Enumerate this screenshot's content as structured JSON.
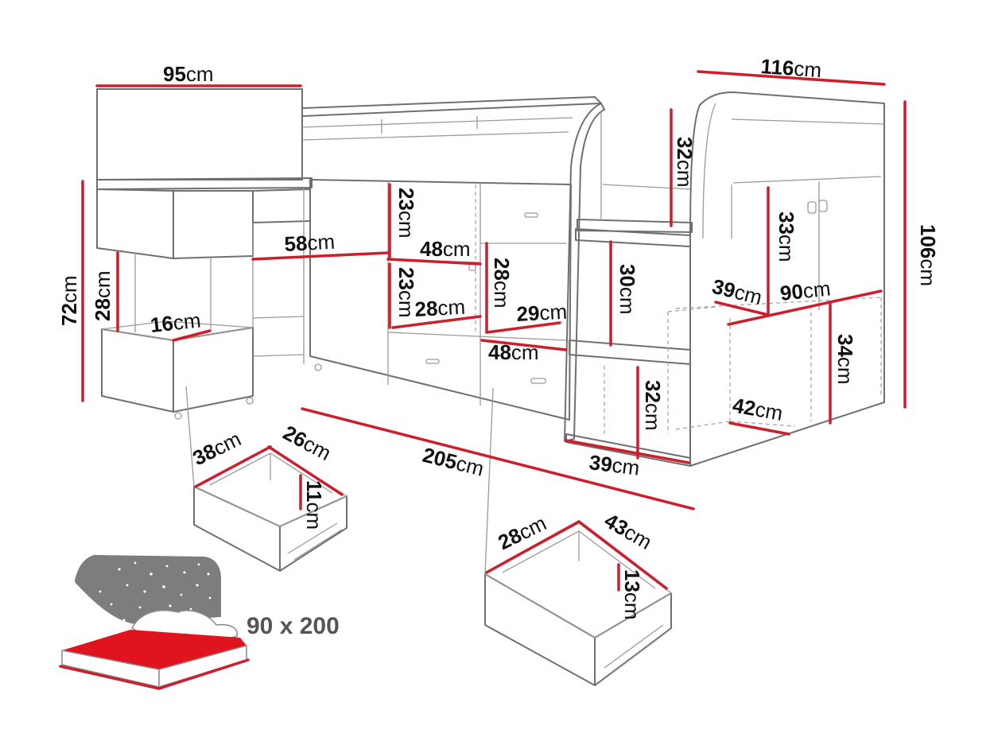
{
  "colors": {
    "dimension_line": "#cc1f2d",
    "outline": "#6f6f6f",
    "label_text": "#111111",
    "mattress_red": "#e0141e",
    "starry_panel": "#7d7d7d"
  },
  "dimensions": {
    "desk_width": {
      "value": "95",
      "unit": "cm"
    },
    "bed_depth_top": {
      "value": "116",
      "unit": "cm"
    },
    "total_height": {
      "value": "106",
      "unit": "cm"
    },
    "desk_height": {
      "value": "72",
      "unit": "cm"
    },
    "desk_leg_height": {
      "value": "28",
      "unit": "cm"
    },
    "desk_drawer_depth": {
      "value": "16",
      "unit": "cm"
    },
    "desk_span": {
      "value": "58",
      "unit": "cm"
    },
    "cabinet_upper_height": {
      "value": "23",
      "unit": "cm"
    },
    "cabinet_width": {
      "value": "48",
      "unit": "cm"
    },
    "cabinet_lower_height": {
      "value": "23",
      "unit": "cm"
    },
    "cabinet_depth": {
      "value": "28",
      "unit": "cm"
    },
    "shelf_height": {
      "value": "28",
      "unit": "cm"
    },
    "shelf_depth": {
      "value": "29",
      "unit": "cm"
    },
    "bottom_drawer_width": {
      "value": "48",
      "unit": "cm"
    },
    "step_top_height": {
      "value": "32",
      "unit": "cm"
    },
    "step_mid_height": {
      "value": "30",
      "unit": "cm"
    },
    "step_low_height": {
      "value": "32",
      "unit": "cm"
    },
    "step_depth": {
      "value": "39",
      "unit": "cm"
    },
    "total_length": {
      "value": "205",
      "unit": "cm"
    },
    "wardrobe_upper_height": {
      "value": "33",
      "unit": "cm"
    },
    "wardrobe_depth": {
      "value": "39",
      "unit": "cm"
    },
    "wardrobe_width": {
      "value": "90",
      "unit": "cm"
    },
    "wardrobe_lower_height": {
      "value": "34",
      "unit": "cm"
    },
    "wardrobe_bottom_depth": {
      "value": "42",
      "unit": "cm"
    },
    "small_drawer_width": {
      "value": "38",
      "unit": "cm"
    },
    "small_drawer_depth": {
      "value": "26",
      "unit": "cm"
    },
    "small_drawer_height": {
      "value": "11",
      "unit": "cm"
    },
    "big_drawer_width": {
      "value": "28",
      "unit": "cm"
    },
    "big_drawer_depth": {
      "value": "43",
      "unit": "cm"
    },
    "big_drawer_height": {
      "value": "13",
      "unit": "cm"
    }
  },
  "mattress": {
    "size_label": "90 x 200"
  }
}
